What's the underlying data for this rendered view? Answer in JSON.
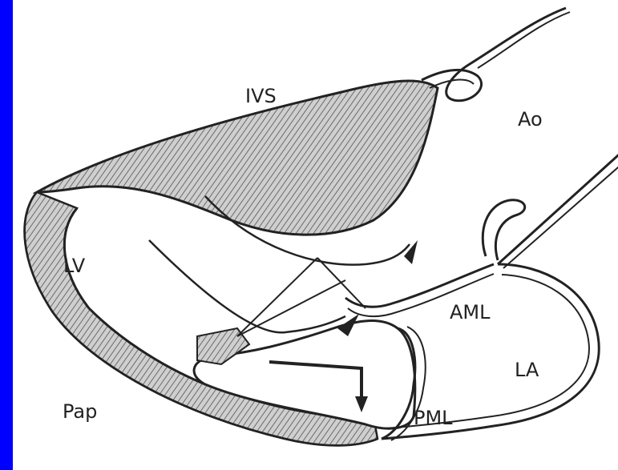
{
  "diagram": {
    "labels": {
      "ivs": "IVS",
      "ao": "Ao",
      "lv": "LV",
      "aml": "AML",
      "la": "LA",
      "pap": "Pap",
      "pml": "PML"
    }
  },
  "colors": {
    "frame": "#0000ff",
    "paper": "#ffffff",
    "ink": "#222222",
    "hatch": "#8a8a8a"
  }
}
